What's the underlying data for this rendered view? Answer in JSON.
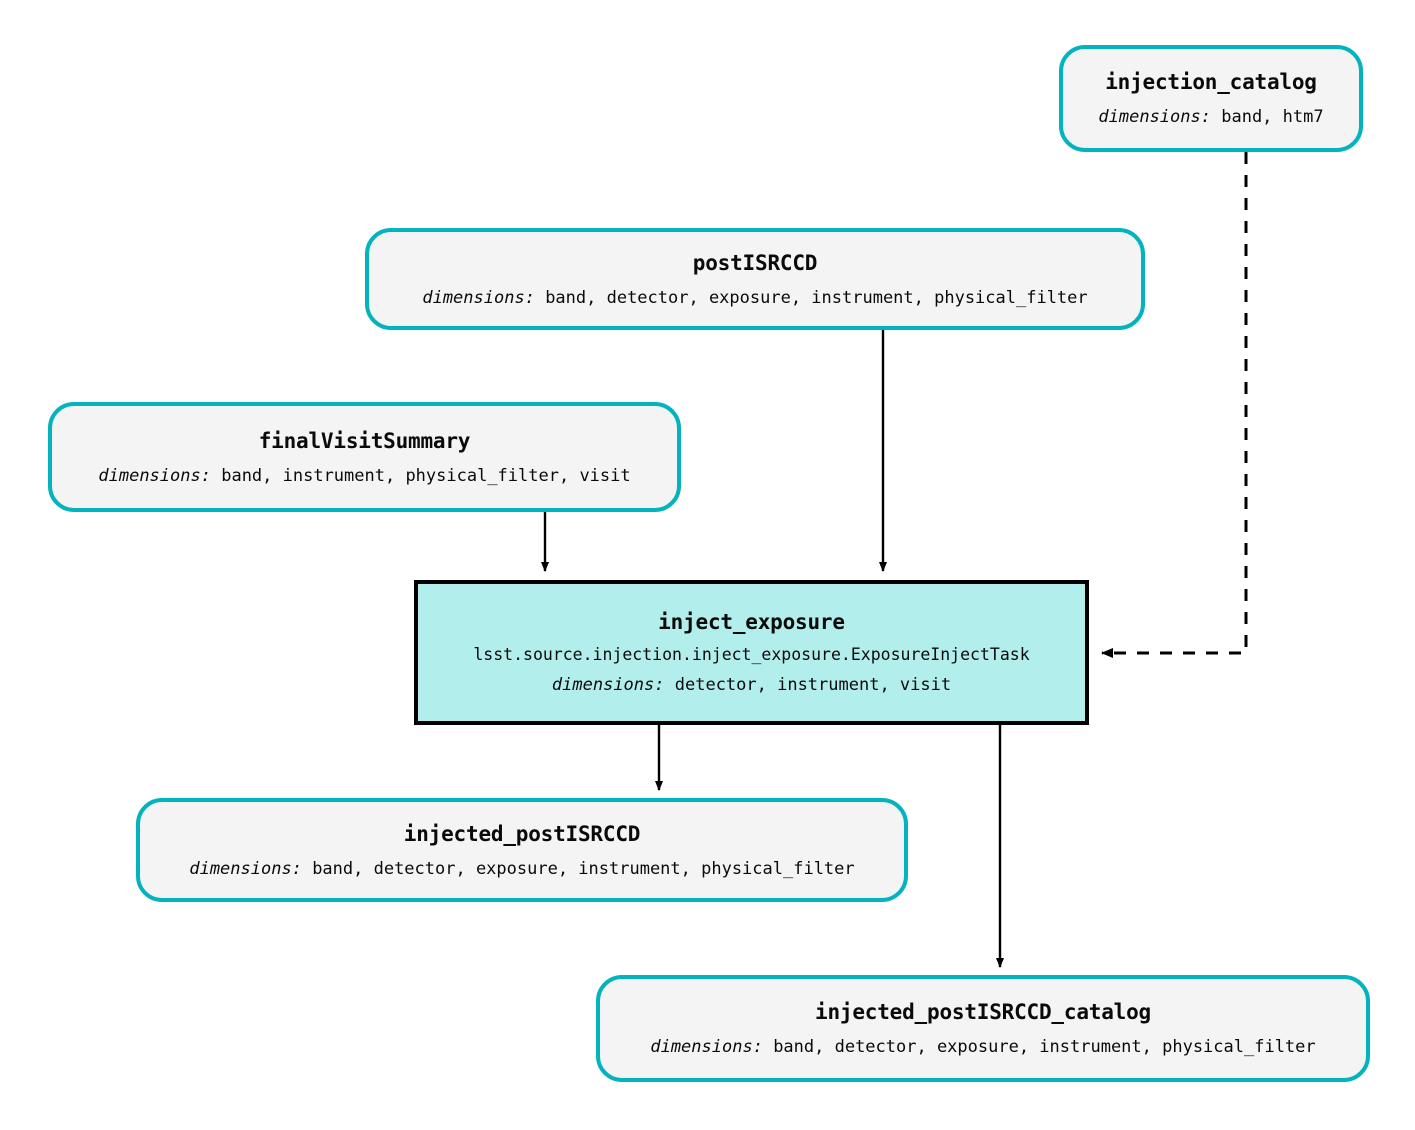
{
  "diagram": {
    "type": "pipeline-dag",
    "background_color": "#ffffff",
    "dataset_border_color": "#03b3bd",
    "dataset_fill_color": "#f4f4f4",
    "task_border_color": "#000000",
    "task_fill_color": "#b2eeec",
    "edge_color": "#000000",
    "dimensions_label": "dimensions:"
  },
  "nodes": {
    "injection_catalog": {
      "title": "injection_catalog",
      "dims_label": "dimensions:",
      "dims_value": "band, htm7",
      "kind": "dataset"
    },
    "postISRCCD": {
      "title": "postISRCCD",
      "dims_label": "dimensions:",
      "dims_value": "band, detector, exposure, instrument, physical_filter",
      "kind": "dataset"
    },
    "finalVisitSummary": {
      "title": "finalVisitSummary",
      "dims_label": "dimensions:",
      "dims_value": "band, instrument, physical_filter, visit",
      "kind": "dataset"
    },
    "inject_exposure": {
      "title": "inject_exposure",
      "qualname": "lsst.source.injection.inject_exposure.ExposureInjectTask",
      "dims_label": "dimensions:",
      "dims_value": "detector, instrument, visit",
      "kind": "task"
    },
    "injected_postISRCCD": {
      "title": "injected_postISRCCD",
      "dims_label": "dimensions:",
      "dims_value": "band, detector, exposure, instrument, physical_filter",
      "kind": "dataset"
    },
    "injected_postISRCCD_catalog": {
      "title": "injected_postISRCCD_catalog",
      "dims_label": "dimensions:",
      "dims_value": "band, detector, exposure, instrument, physical_filter",
      "kind": "dataset"
    }
  },
  "edges": [
    {
      "from": "finalVisitSummary",
      "to": "inject_exposure",
      "style": "solid"
    },
    {
      "from": "postISRCCD",
      "to": "inject_exposure",
      "style": "solid"
    },
    {
      "from": "injection_catalog",
      "to": "inject_exposure",
      "style": "dashed"
    },
    {
      "from": "inject_exposure",
      "to": "injected_postISRCCD",
      "style": "solid"
    },
    {
      "from": "inject_exposure",
      "to": "injected_postISRCCD_catalog",
      "style": "solid"
    }
  ]
}
